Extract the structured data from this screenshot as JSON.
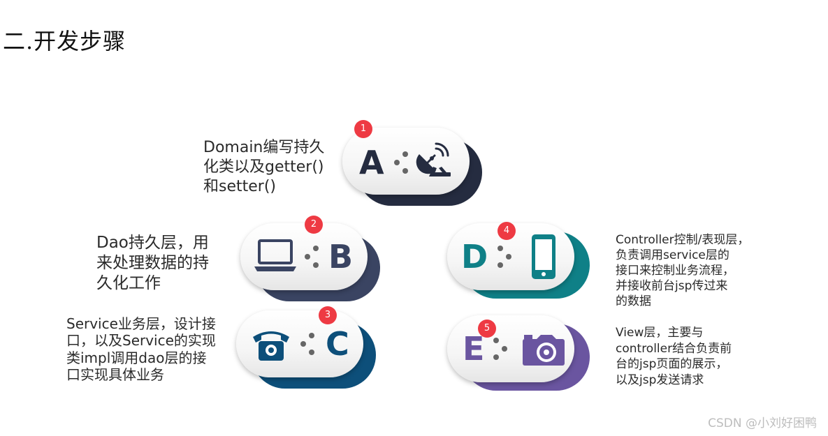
{
  "title": "二.开发步骤",
  "steps": [
    {
      "badge": "1",
      "letter": "A",
      "icon": "satellite-dish-icon",
      "color": "#252c40",
      "lines": [
        "Domain编写持久",
        "化类以及getter()",
        "和setter()"
      ]
    },
    {
      "badge": "2",
      "letter": "B",
      "icon": "laptop-icon",
      "color": "#3a4462",
      "lines": [
        "Dao持久层，用",
        "来处理数据的持",
        "久化工作"
      ]
    },
    {
      "badge": "3",
      "letter": "C",
      "icon": "telephone-icon",
      "color": "#0d4f7a",
      "lines": [
        "Service业务层，设计接",
        "口，以及Service的实现",
        "类impl调用dao层的接",
        "口实现具体业务"
      ]
    },
    {
      "badge": "4",
      "letter": "D",
      "icon": "smartphone-icon",
      "color": "#0f8087",
      "lines": [
        "Controller控制/表现层，",
        "负责调用service层的",
        "接口来控制业务流程，",
        "并接收前台jsp传过来",
        "的数据"
      ]
    },
    {
      "badge": "5",
      "letter": "E",
      "icon": "camera-icon",
      "color": "#6a55a0",
      "lines": [
        "View层，主要与",
        "controller结合负责前",
        "台的jsp页面的展示，",
        "以及jsp发送请求"
      ]
    }
  ],
  "watermark": "CSDN @小刘好困鸭"
}
